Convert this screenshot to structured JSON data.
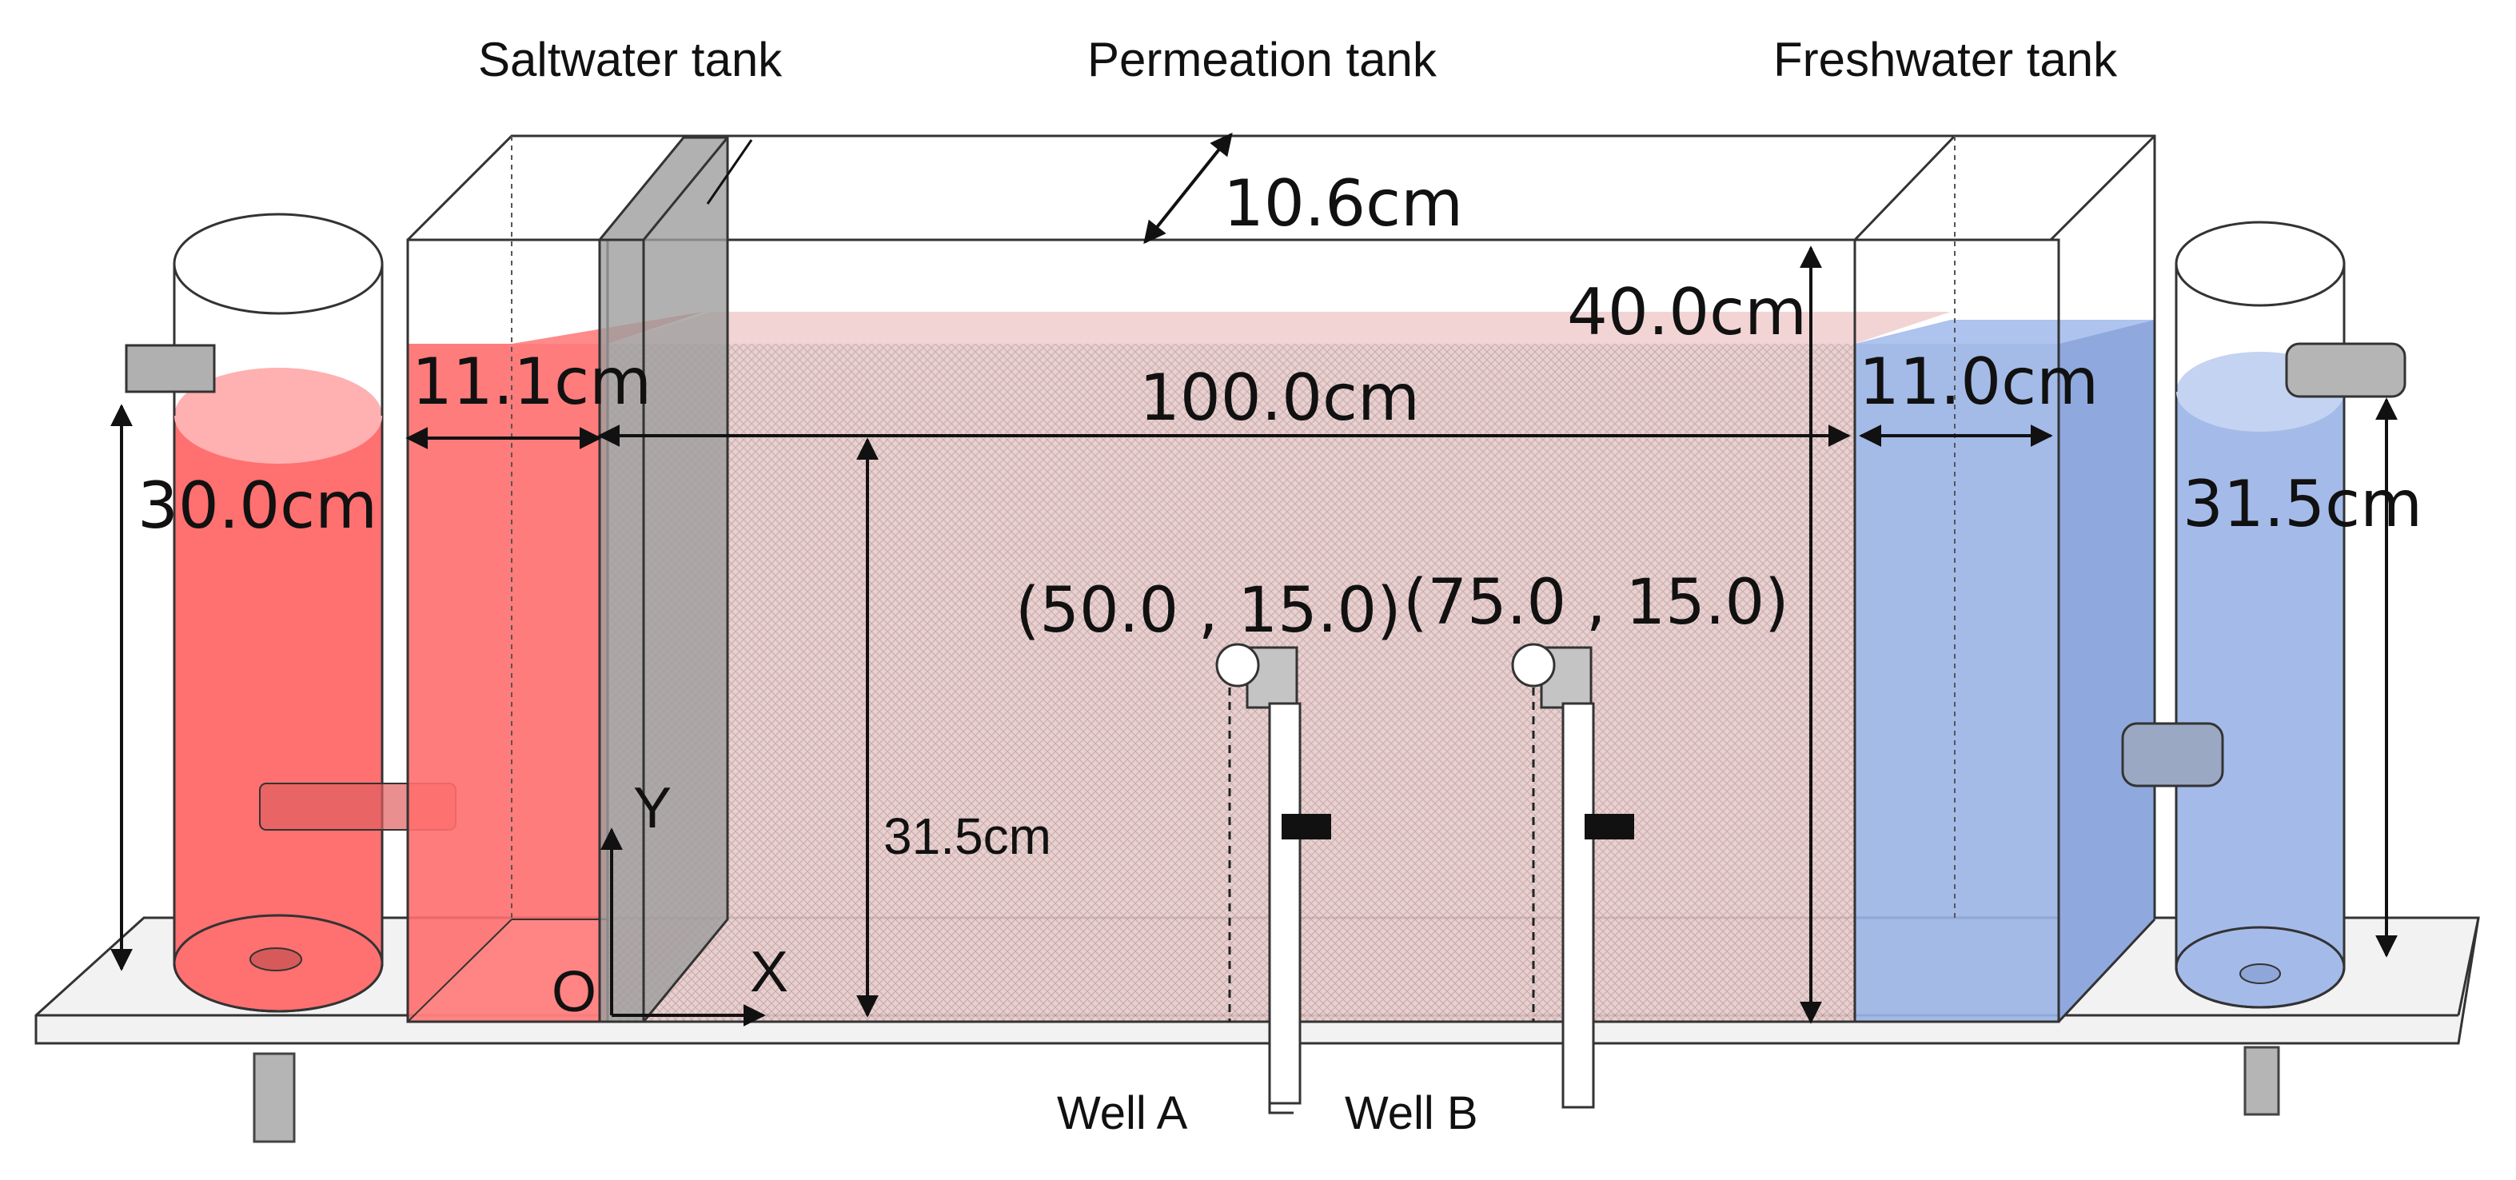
{
  "labels": {
    "saltwater_tank": "Saltwater tank",
    "permeation_tank": "Permeation tank",
    "freshwater_tank": "Freshwater tank",
    "depth": "10.6cm",
    "tank_height": "40.0cm",
    "saltwater_width": "11.1cm",
    "tank_length": "100.0cm",
    "freshwater_width": "11.0cm",
    "salt_reservoir_head": "30.0cm",
    "fresh_reservoir_head": "31.5cm",
    "water_level": "31.5cm",
    "well_a_coords": "(50.0 , 15.0)",
    "well_b_coords": "(75.0 , 15.0)",
    "well_a": "Well A",
    "well_b": "Well B",
    "axis_x": "X",
    "axis_y": "Y",
    "origin": "O"
  },
  "colors": {
    "salt": "#ff7a7a",
    "fresh": "#9fb6e6",
    "soil": "#e9c9c9",
    "line": "#111111",
    "glass": "#a8a8a8"
  }
}
